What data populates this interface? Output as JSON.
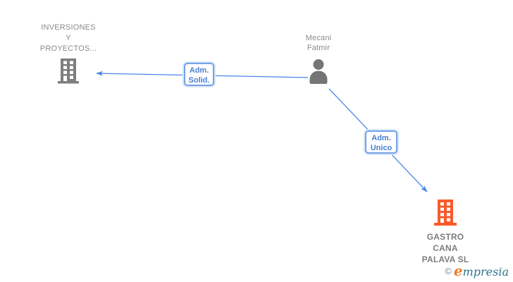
{
  "diagram": {
    "nodes": {
      "company1": {
        "type": "company",
        "icon": "building-icon",
        "color": "#7e7e7e",
        "name_lines": [
          "INVERSIONES",
          "Y",
          "PROYECTOS..."
        ]
      },
      "person": {
        "type": "person",
        "icon": "person-icon",
        "color": "#757575",
        "name_lines": [
          "Mecani",
          "Fatmir"
        ]
      },
      "company2": {
        "type": "company",
        "icon": "building-icon",
        "color": "#fb5a2c",
        "name_lines": [
          "GASTRO",
          "CANA",
          "PALAVA SL"
        ]
      }
    },
    "edges": [
      {
        "from": "person",
        "to": "company1",
        "label_lines": [
          "Adm.",
          "Solid."
        ]
      },
      {
        "from": "person",
        "to": "company2",
        "label_lines": [
          "Adm.",
          "Unico"
        ]
      }
    ],
    "edge_color": "#4a86e8"
  },
  "logo": {
    "copyright": "©",
    "first_letter": "e",
    "rest": "mpresia"
  }
}
